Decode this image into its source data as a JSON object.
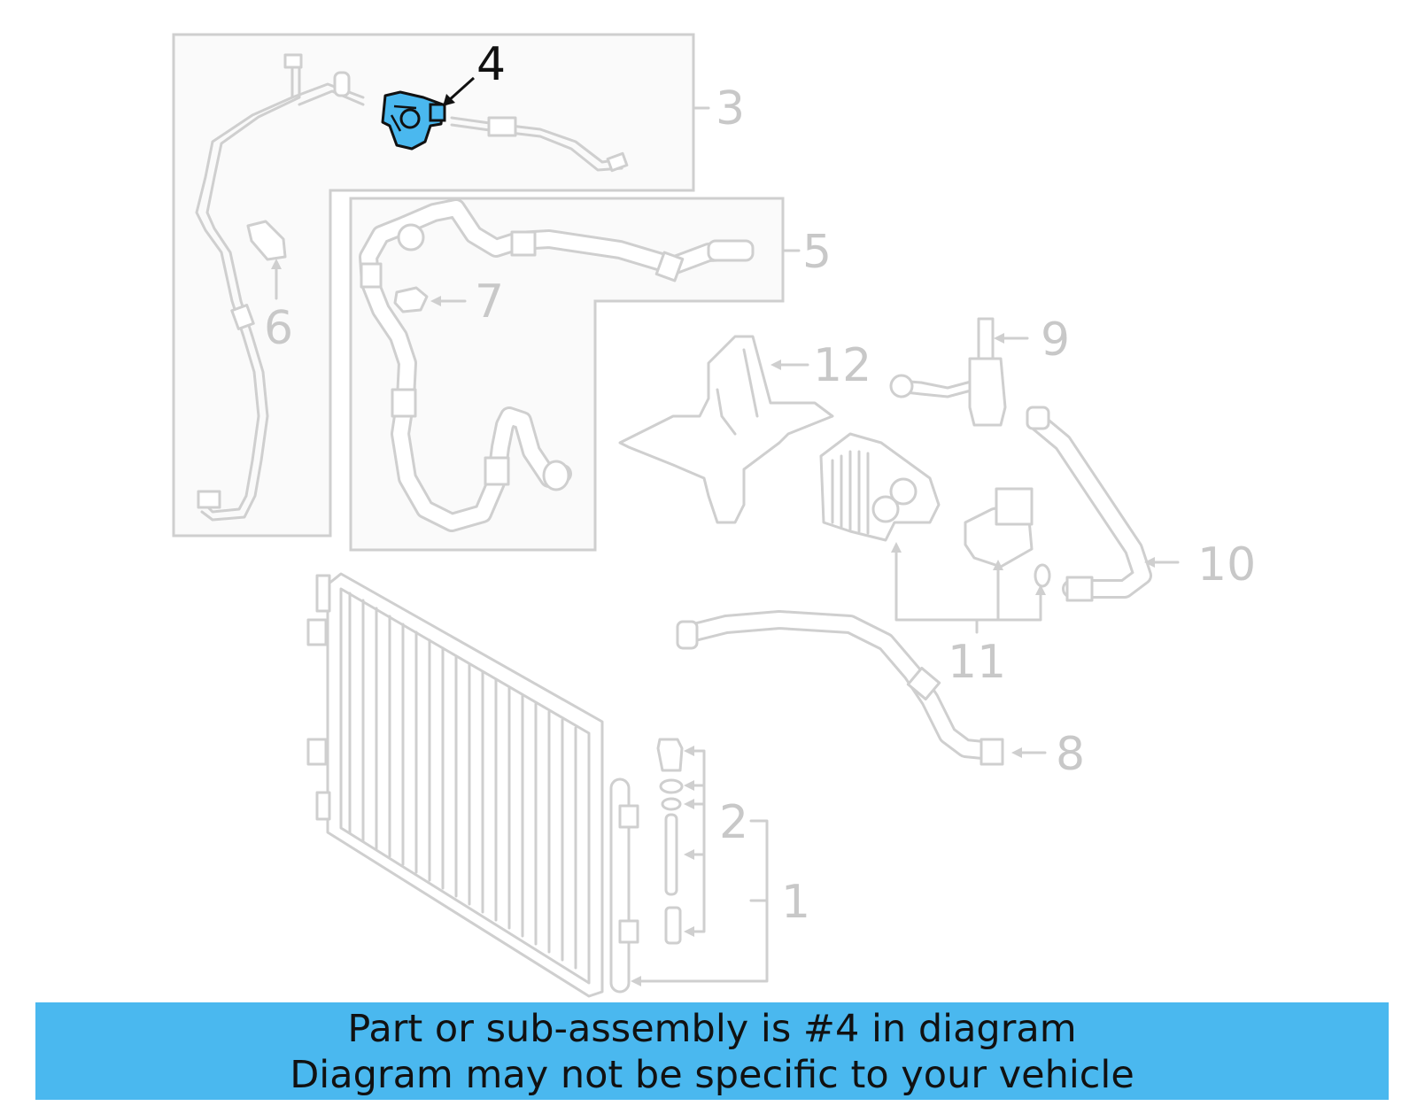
{
  "diagram": {
    "callouts": {
      "c1": "1",
      "c2": "2",
      "c3": "3",
      "c4": "4",
      "c5": "5",
      "c6": "6",
      "c7": "7",
      "c8": "8",
      "c9": "9",
      "c10": "10",
      "c11": "11",
      "c12": "12"
    },
    "highlighted_part": "4",
    "highlight_color": "#4ab8ef",
    "line_color": "#cfcfcf"
  },
  "banner": {
    "line1": "Part or sub-assembly is #4 in diagram",
    "line2": "Diagram may not be specific to your vehicle",
    "background": "#4ab8ef"
  }
}
